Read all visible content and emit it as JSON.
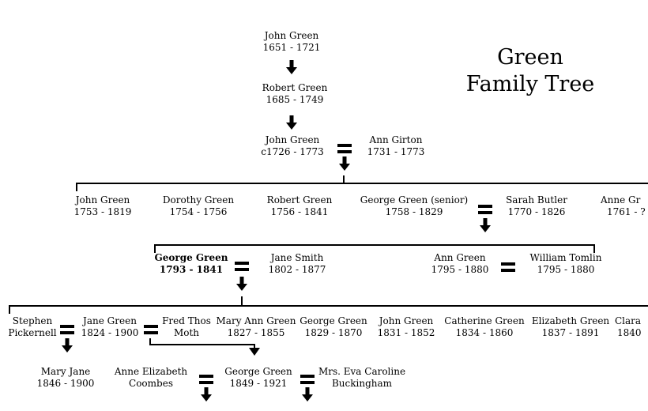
{
  "title": [
    "Green",
    "Family Tree"
  ],
  "people": [
    {
      "id": "john-green-1651",
      "name": "John Green",
      "dates": "1651 - 1721"
    },
    {
      "id": "robert-green-1685",
      "name": "Robert Green",
      "dates": "1685 - 1749"
    },
    {
      "id": "john-green-c1726",
      "name": "John Green",
      "dates": "c1726 - 1773"
    },
    {
      "id": "ann-girton",
      "name": "Ann Girton",
      "dates": "1731 - 1773"
    },
    {
      "id": "john-green-1753",
      "name": "John Green",
      "dates": "1753 - 1819"
    },
    {
      "id": "dorothy-green",
      "name": "Dorothy Green",
      "dates": "1754 - 1756"
    },
    {
      "id": "robert-green-1756",
      "name": "Robert Green",
      "dates": "1756 - 1841"
    },
    {
      "id": "george-green-senior",
      "name": "George Green (senior)",
      "dates": "1758 - 1829"
    },
    {
      "id": "sarah-butler",
      "name": "Sarah Butler",
      "dates": "1770 - 1826"
    },
    {
      "id": "anne-green-1761",
      "name": "Anne Gr",
      "dates": "1761 - ?"
    },
    {
      "id": "george-green-1793",
      "name": "George Green",
      "dates": "1793 - 1841"
    },
    {
      "id": "jane-smith",
      "name": "Jane Smith",
      "dates": "1802 - 1877"
    },
    {
      "id": "ann-green-1795",
      "name": "Ann Green",
      "dates": "1795 - 1880"
    },
    {
      "id": "william-tomlin",
      "name": "William Tomlin",
      "dates": "1795 - 1880"
    },
    {
      "id": "stephen-pickernell",
      "name": "Stephen",
      "dates": "Pickernell"
    },
    {
      "id": "jane-green-1824",
      "name": "Jane Green",
      "dates": "1824 - 1900"
    },
    {
      "id": "fred-thos-moth",
      "name": "Fred Thos",
      "dates": "Moth"
    },
    {
      "id": "mary-ann-green",
      "name": "Mary Ann Green",
      "dates": "1827 - 1855"
    },
    {
      "id": "george-green-1829",
      "name": "George Green",
      "dates": "1829 - 1870"
    },
    {
      "id": "john-green-1831",
      "name": "John Green",
      "dates": "1831 - 1852"
    },
    {
      "id": "catherine-green",
      "name": "Catherine Green",
      "dates": "1834 - 1860"
    },
    {
      "id": "elizabeth-green",
      "name": "Elizabeth Green",
      "dates": "1837 - 1891"
    },
    {
      "id": "clara-green",
      "name": "Clara",
      "dates": "1840"
    },
    {
      "id": "mary-jane",
      "name": "Mary Jane",
      "dates": "1846 - 1900"
    },
    {
      "id": "anne-elizabeth-coombes",
      "name": "Anne Elizabeth",
      "dates": "Coombes"
    },
    {
      "id": "george-green-1849",
      "name": "George Green",
      "dates": "1849 - 1921"
    },
    {
      "id": "eva-caroline-buckingham",
      "name": "Mrs. Eva Caroline",
      "dates": "Buckingham"
    }
  ]
}
